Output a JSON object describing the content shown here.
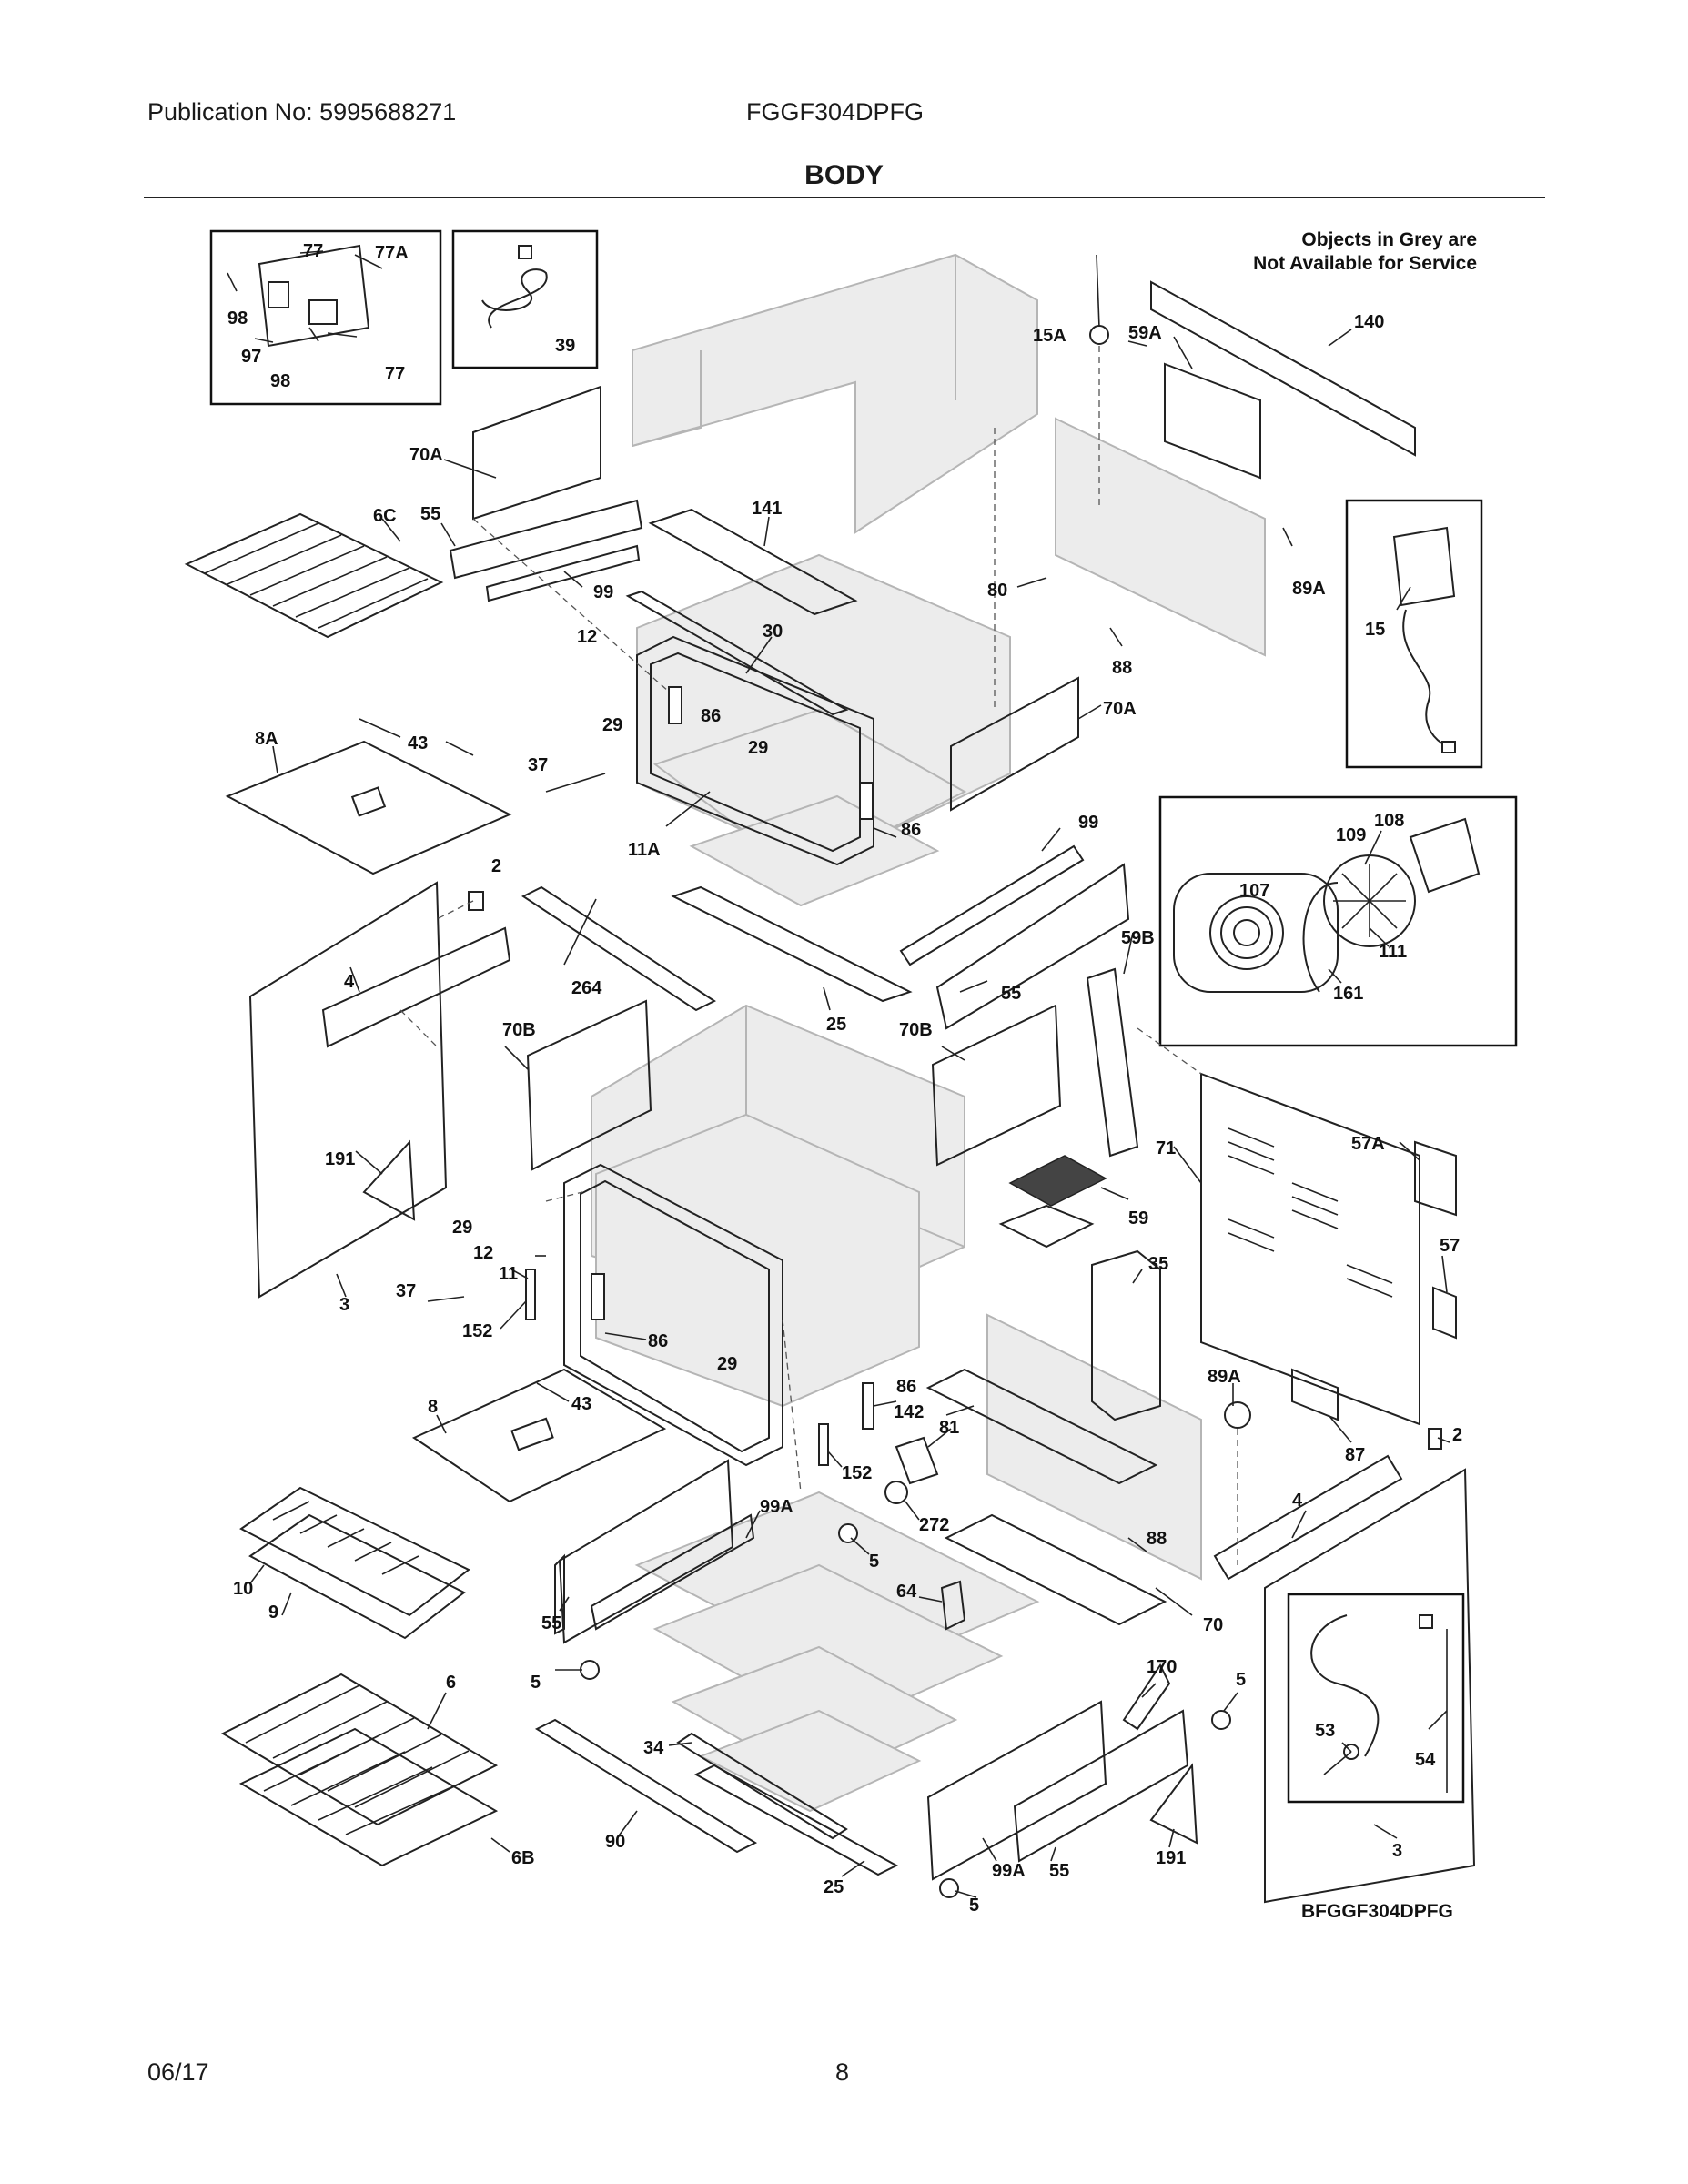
{
  "header": {
    "publication": "Publication No: 5995688271",
    "model": "FGGF304DPFG",
    "title": "BODY"
  },
  "note": {
    "line1": "Objects in Grey are",
    "line2": "Not Available for Service"
  },
  "diagram_code": "BFGGF304DPFG",
  "footer": {
    "date": "06/17",
    "page": "8"
  },
  "labels": {
    "l77a": "77",
    "l77A": "77A",
    "l98a": "98",
    "l97": "97",
    "l98b": "98",
    "l77b": "77",
    "l39": "39",
    "l15A": "15A",
    "l59A": "59A",
    "l140": "140",
    "l70Aa": "70A",
    "l55a": "55",
    "l6C": "6C",
    "l99a": "99",
    "l141": "141",
    "l80": "80",
    "l89Aa": "89A",
    "l15": "15",
    "l88a": "88",
    "l12a": "12",
    "l30": "30",
    "l29a": "29",
    "l86a": "86",
    "l70Ab": "70A",
    "l8A": "8A",
    "l43a": "43",
    "l37a": "37",
    "l29b": "29",
    "l11A": "11A",
    "l86b": "86",
    "l2a": "2",
    "l99b": "99",
    "l108": "108",
    "l109": "109",
    "l107": "107",
    "l111": "111",
    "l161": "161",
    "l264": "264",
    "l4a": "4",
    "l25a": "25",
    "l55b": "55",
    "l59B": "59B",
    "l70Ba": "70B",
    "l70Bb": "70B",
    "l71": "71",
    "l57A": "57A",
    "l191a": "191",
    "l59": "59",
    "l29c": "29",
    "l12b": "12",
    "l11": "11",
    "l35": "35",
    "l57": "57",
    "l3a": "3",
    "l37b": "37",
    "l152a": "152",
    "l86c": "86",
    "l29d": "29",
    "l89Ab": "89A",
    "l8": "8",
    "l43b": "43",
    "l86d": "86",
    "l142": "142",
    "l81": "81",
    "l2b": "2",
    "l87": "87",
    "l152b": "152",
    "l272": "272",
    "l4b": "4",
    "l99Aa": "99A",
    "l5a": "5",
    "l88b": "88",
    "l10": "10",
    "l9": "9",
    "l64": "64",
    "l55c": "55",
    "l70": "70",
    "l170": "170",
    "l5b": "5",
    "l6": "6",
    "l5c": "5",
    "l53": "53",
    "l54": "54",
    "l34": "34",
    "l90": "90",
    "l6B": "6B",
    "l99Ab": "99A",
    "l55d": "55",
    "l191b": "191",
    "l25b": "25",
    "l5d": "5",
    "l3b": "3"
  }
}
